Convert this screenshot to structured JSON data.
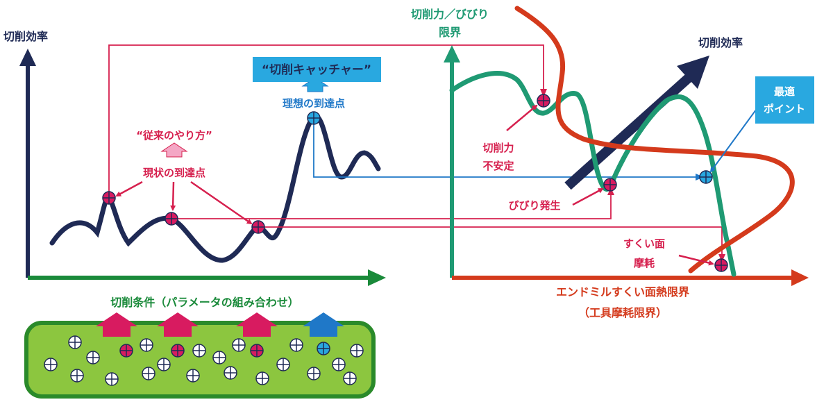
{
  "left_panel": {
    "y_axis_label": "切削効率",
    "x_axis_label": "切削条件（パラメータの組み合わせ）",
    "traditional_label": "“従来のやり方”",
    "current_label": "現状の到達点",
    "catcher_label": "“切削キャッチャー”",
    "ideal_label": "理想の到達点"
  },
  "right_panel": {
    "chatter_limit_label_line1": "切削力／びびり",
    "chatter_limit_label_line2": "限界",
    "efficiency_label": "切削効率",
    "optimal_label_line1": "最適",
    "optimal_label_line2": "ポイント",
    "unstable_label_line1": "切削力",
    "unstable_label_line2": "不安定",
    "chatter_label": "びびり発生",
    "wear_label_line1": "すくい面",
    "wear_label_line2": "摩耗",
    "x_axis_label_line1": "エンドミルすくい面熱限界",
    "x_axis_label_line2": "（工具摩耗限界）"
  },
  "colors": {
    "navy": "#1f2a55",
    "green": "#1f9a73",
    "axis_green": "#1a8a3a",
    "red": "#d6204e",
    "pink": "#d81b60",
    "blue": "#1f78c8",
    "orange_red": "#d43a1c",
    "box_fill": "#8cc63f",
    "box_border": "#2a8a2a",
    "callout_blue": "#29a8e0"
  }
}
